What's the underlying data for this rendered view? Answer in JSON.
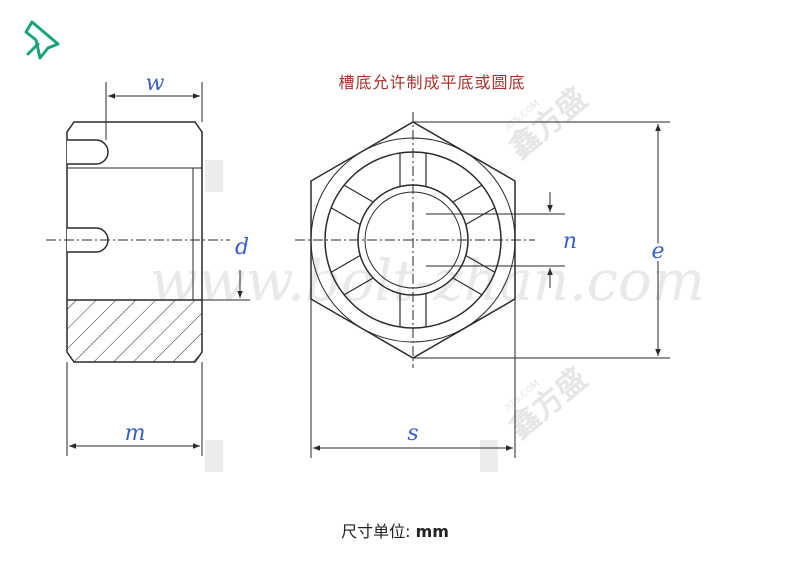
{
  "title": "槽底允许制成平底或圆底",
  "labels": {
    "w": "w",
    "d": "d",
    "m": "m",
    "s": "s",
    "n": "n",
    "e": "e"
  },
  "watermark": {
    "url": "www.bolt-zhan.com",
    "brand": "鑫方盛",
    "site": "XFS.COM"
  },
  "caption": {
    "prefix": "尺寸单位: ",
    "unit": "mm"
  },
  "colors": {
    "line": "#2a2a2a",
    "dim": "#3a5fc4",
    "title": "#a8322d",
    "pin": "#1aa37a"
  },
  "icons": {
    "pin": "pushpin-icon"
  }
}
